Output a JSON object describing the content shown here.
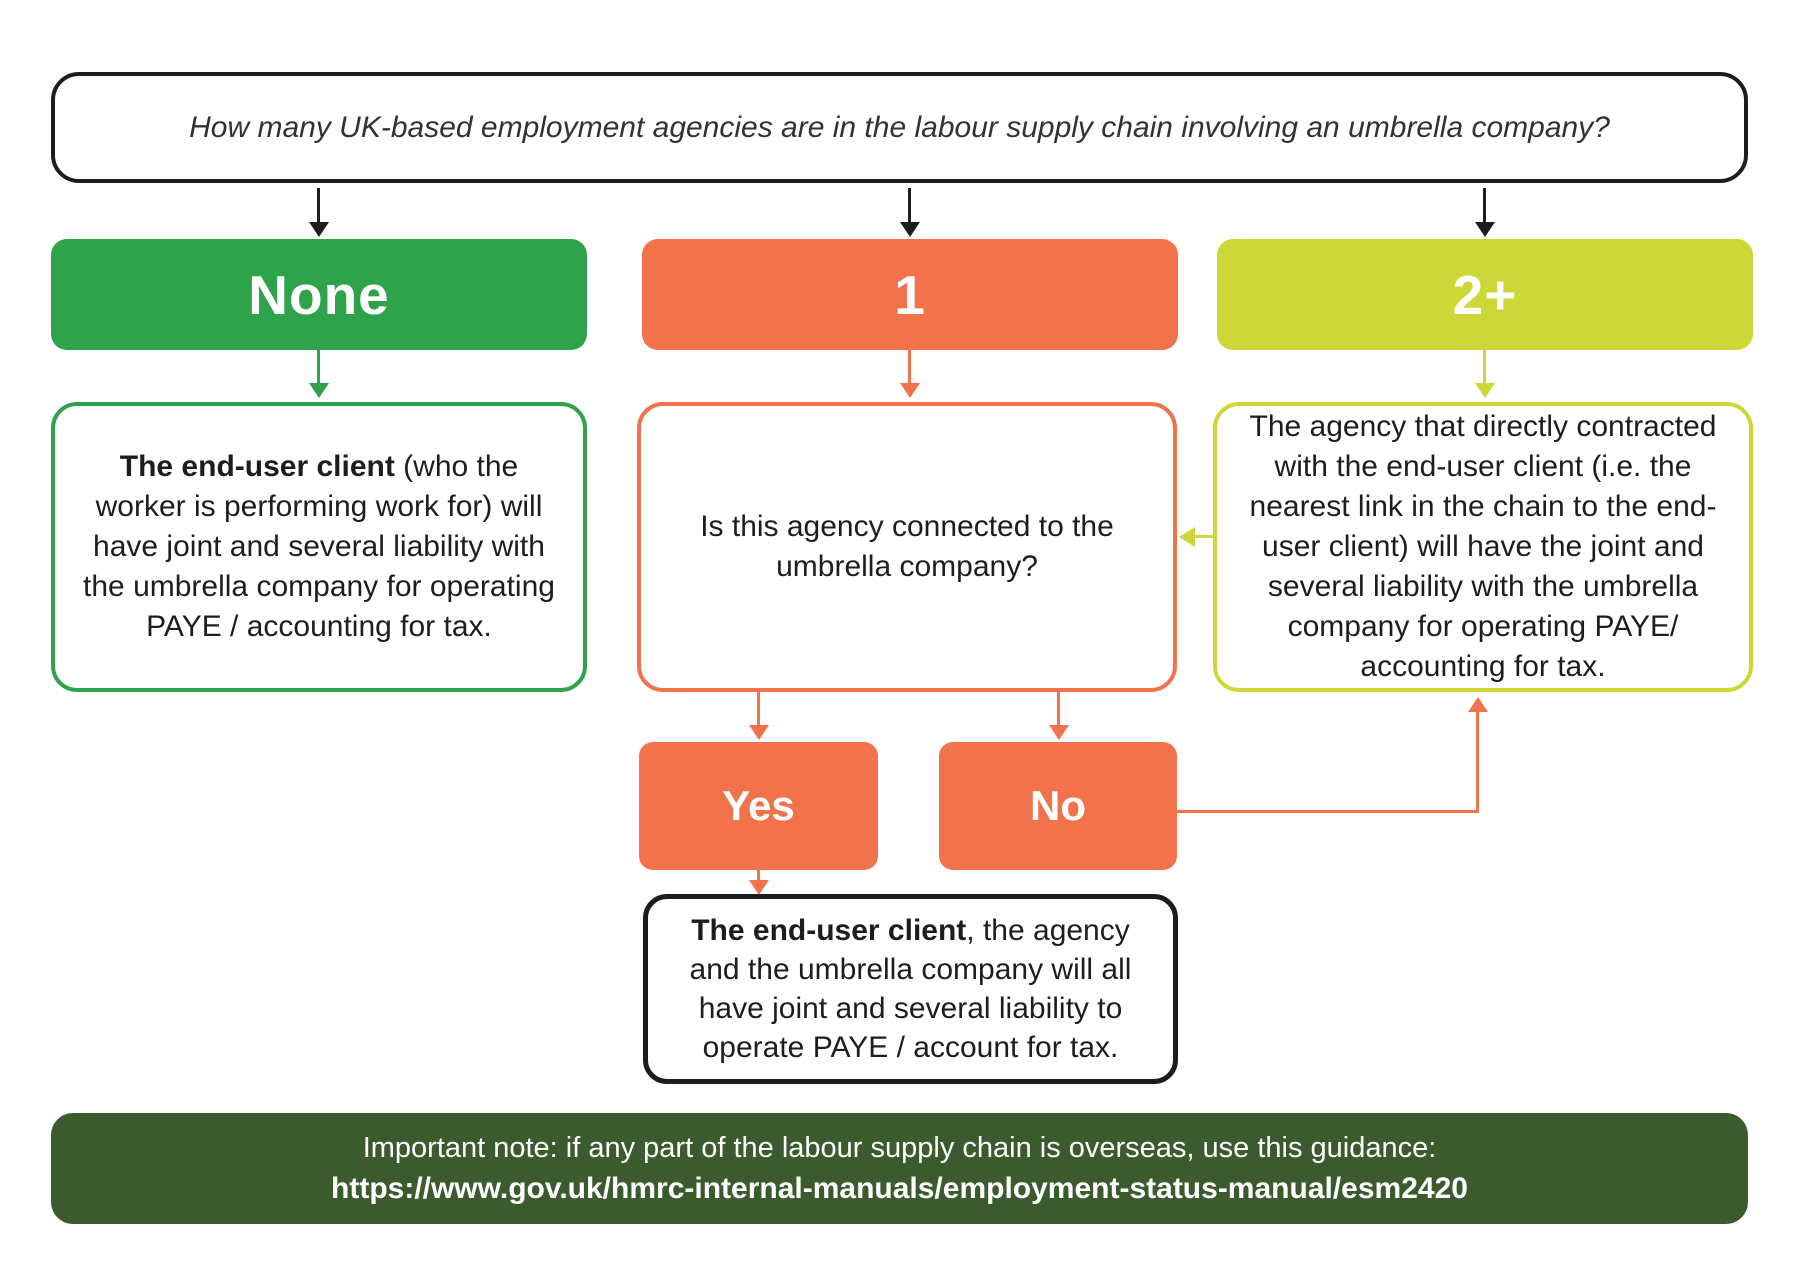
{
  "flowchart": {
    "title": "How many UK-based employment agencies are in the labour supply chain involving an umbrella company?",
    "branches": {
      "none": {
        "label": "None",
        "outcome_lead": "The end-user client",
        "outcome_rest": " (who the worker is performing work for) will have joint and several liability with the umbrella company for operating PAYE / accounting for tax."
      },
      "one": {
        "label": "1",
        "question": "Is this agency connected to the umbrella company?",
        "yes_label": "Yes",
        "no_label": "No",
        "yes_outcome_lead": "The end-user client",
        "yes_outcome_rest": ", the agency and the umbrella company will all have joint and several liability to operate PAYE / account for tax."
      },
      "two_plus": {
        "label": "2+",
        "outcome": "The agency that directly contracted with the end-user client (i.e. the nearest link in the chain to the end-user client) will have the joint and several liability with the umbrella company for operating PAYE/ accounting for tax."
      }
    },
    "footer": {
      "note": "Important note: if any part of the labour supply chain is overseas, use this guidance:",
      "url": "https://www.gov.uk/hmrc-internal-manuals/employment-status-manual/esm2420"
    },
    "colors": {
      "green": "#2fa24c",
      "orange": "#f2734b",
      "yellow_green": "#cdd838",
      "footer_green": "#3b5a2e",
      "outline_black": "#1d1d1b"
    }
  }
}
